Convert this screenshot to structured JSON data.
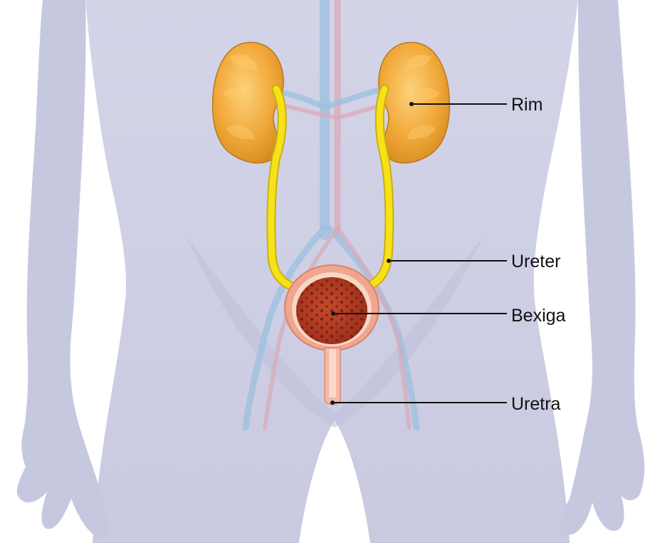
{
  "labels": {
    "kidney": "Rim",
    "ureter": "Ureter",
    "bladder": "Bexiga",
    "urethra": "Uretra"
  },
  "colors": {
    "background": "#ffffff",
    "body": "#cfd0e4",
    "body_shadow": "#bdbfd8",
    "kidney": "#f2a93b",
    "kidney_light": "#fbc969",
    "kidney_dark": "#c97e18",
    "ureter": "#f7e21a",
    "bladder": "#b43c24",
    "bladder_rim": "#f0a58e",
    "urethra": "#f4b9a4",
    "vein": "#9dc0df",
    "artery": "#d9a9b8",
    "label": "#111111"
  }
}
